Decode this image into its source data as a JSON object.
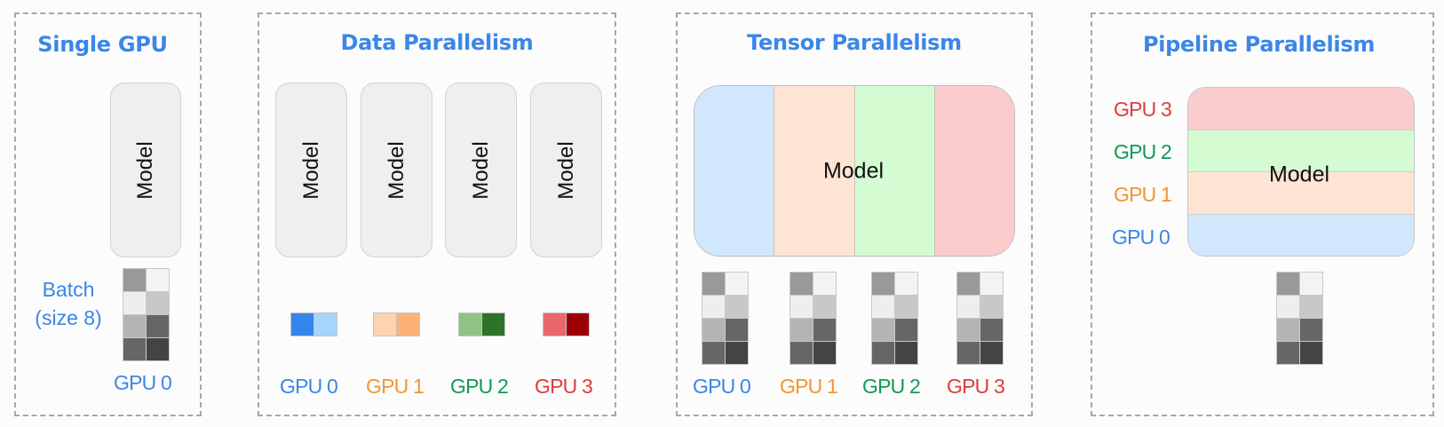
{
  "colors": {
    "title": "#3b86e8",
    "gpu": [
      "#3b86e8",
      "#f4952f",
      "#0f9a55",
      "#e03c3c"
    ],
    "model_bg": "#efefef",
    "tensor_slices": [
      "#d1e7fd",
      "#fde4d4",
      "#d4fbd2",
      "#fbcccc"
    ],
    "pipeline_stages_top_to_bottom": [
      "#fbcccc",
      "#d4fbd2",
      "#fde4d4",
      "#d1e7fd"
    ],
    "batch_cells": [
      [
        "#999999",
        "#f3f3f3"
      ],
      [
        "#eeeeee",
        "#c8c8c8"
      ],
      [
        "#b4b4b4",
        "#666666"
      ],
      [
        "#666666",
        "#444444"
      ]
    ],
    "data_shards": [
      [
        "#3486ec",
        "#a6d4fd"
      ],
      [
        "#fed3b0",
        "#fcb275"
      ],
      [
        "#8fc385",
        "#2e732a"
      ],
      [
        "#e8686b",
        "#9c0007"
      ]
    ]
  },
  "single_gpu": {
    "title": "Single GPU",
    "model_label": "Model",
    "batch_label_line1": "Batch",
    "batch_label_line2": "(size 8)",
    "gpu_label": "GPU 0"
  },
  "data_parallelism": {
    "title": "Data Parallelism",
    "model_label": "Model",
    "gpus": [
      {
        "label": "GPU 0",
        "model_label": "Model"
      },
      {
        "label": "GPU 1",
        "model_label": "Model"
      },
      {
        "label": "GPU 2",
        "model_label": "Model"
      },
      {
        "label": "GPU 3",
        "model_label": "Model"
      }
    ]
  },
  "tensor_parallelism": {
    "title": "Tensor Parallelism",
    "model_label": "Model",
    "gpus": [
      {
        "label": "GPU 0"
      },
      {
        "label": "GPU 1"
      },
      {
        "label": "GPU 2"
      },
      {
        "label": "GPU 3"
      }
    ]
  },
  "pipeline_parallelism": {
    "title": "Pipeline Parallelism",
    "model_label": "Model",
    "stages_top_to_bottom": [
      {
        "label": "GPU 3"
      },
      {
        "label": "GPU 2"
      },
      {
        "label": "GPU 1"
      },
      {
        "label": "GPU 0"
      }
    ]
  }
}
